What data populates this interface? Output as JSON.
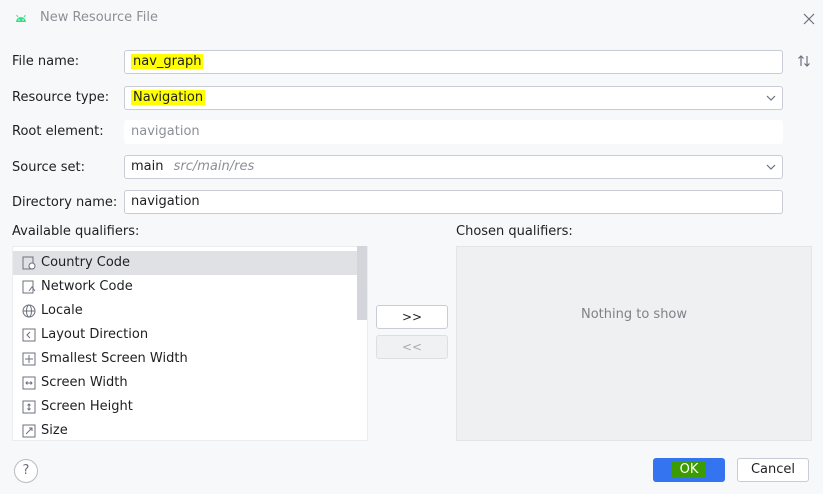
{
  "dialog": {
    "title": "New Resource File"
  },
  "form": {
    "file_name_label": "File name:",
    "file_name_value": "nav_graph",
    "resource_type_label": "Resource type:",
    "resource_type_value": "Navigation",
    "root_element_label": "Root element:",
    "root_element_value": "navigation",
    "source_set_label": "Source set:",
    "source_set_value": "main",
    "source_set_path": "src/main/res",
    "directory_name_label": "Directory name:",
    "directory_name_value": "navigation"
  },
  "qualifiers": {
    "available_label": "Available qualifiers:",
    "chosen_label": "Chosen qualifiers:",
    "items": [
      {
        "label": "Country Code",
        "icon": "country-code-icon"
      },
      {
        "label": "Network Code",
        "icon": "network-code-icon"
      },
      {
        "label": "Locale",
        "icon": "globe-icon"
      },
      {
        "label": "Layout Direction",
        "icon": "layout-direction-icon"
      },
      {
        "label": "Smallest Screen Width",
        "icon": "smallest-width-icon"
      },
      {
        "label": "Screen Width",
        "icon": "screen-width-icon"
      },
      {
        "label": "Screen Height",
        "icon": "screen-height-icon"
      },
      {
        "label": "Size",
        "icon": "size-icon"
      }
    ],
    "add_button": ">>",
    "remove_button": "<<",
    "empty_text": "Nothing to show"
  },
  "footer": {
    "help": "?",
    "ok": "OK",
    "cancel": "Cancel"
  },
  "colors": {
    "highlight": "#ffff00",
    "ok_bg": "#3574f0",
    "ok_text_bg": "#3c9b00"
  }
}
